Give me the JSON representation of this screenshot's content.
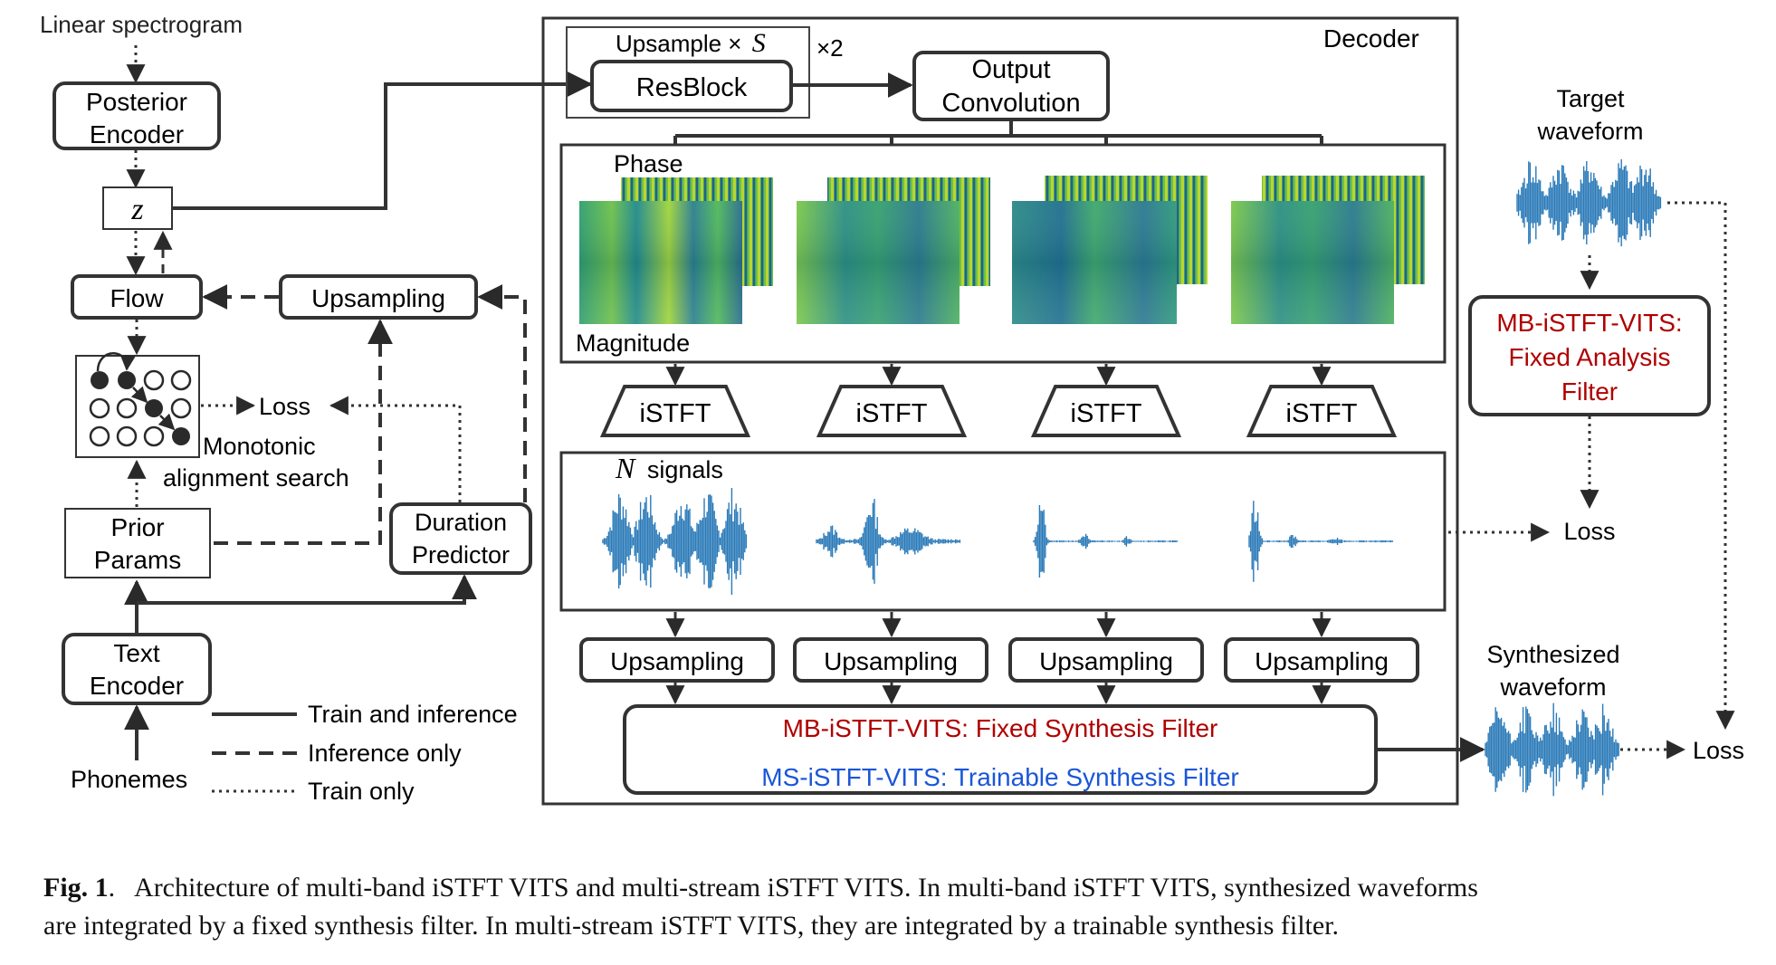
{
  "left": {
    "linear_spectrogram": "Linear spectrogram",
    "posterior_encoder": [
      "Posterior",
      "Encoder"
    ],
    "z": "z",
    "flow": "Flow",
    "upsampling": "Upsampling",
    "loss": "Loss",
    "mas": [
      "Monotonic",
      "alignment search"
    ],
    "prior_params": [
      "Prior",
      "Params"
    ],
    "duration_predictor": [
      "Duration",
      "Predictor"
    ],
    "text_encoder": [
      "Text",
      "Encoder"
    ],
    "phonemes": "Phonemes"
  },
  "legend": {
    "solid": "Train and inference",
    "dashed": "Inference only",
    "dotted": "Train only"
  },
  "decoder": {
    "title": "Decoder",
    "upsample_label_prefix": "Upsample ×",
    "upsample_label_var": "S",
    "times_two": "×2",
    "resblock": "ResBlock",
    "output_convolution": [
      "Output",
      "Convolution"
    ],
    "phase": "Phase",
    "magnitude": "Magnitude",
    "istft": "iSTFT",
    "n_var": "N",
    "signals": "signals",
    "upsampling": "Upsampling",
    "mb_synthesis": "MB-iSTFT-VITS: Fixed Synthesis Filter",
    "ms_synthesis": "MS-iSTFT-VITS: Trainable Synthesis Filter"
  },
  "right": {
    "target_waveform": [
      "Target",
      "waveform"
    ],
    "analysis_filter": [
      "MB-iSTFT-VITS:",
      "Fixed Analysis",
      "Filter"
    ],
    "loss": "Loss",
    "synthesized_waveform": [
      "Synthesized",
      "waveform"
    ]
  },
  "caption": {
    "label": "Fig. 1",
    "line1": "Architecture of multi-band iSTFT VITS and multi-stream iSTFT VITS. In multi-band iSTFT VITS, synthesized waveforms",
    "line2": "are integrated by a fixed synthesis filter. In multi-stream iSTFT VITS, they are integrated by a trainable synthesis filter."
  },
  "colors": {
    "red": "#b00000",
    "blue": "#1a56d9",
    "wave": "#2a7ab8"
  }
}
